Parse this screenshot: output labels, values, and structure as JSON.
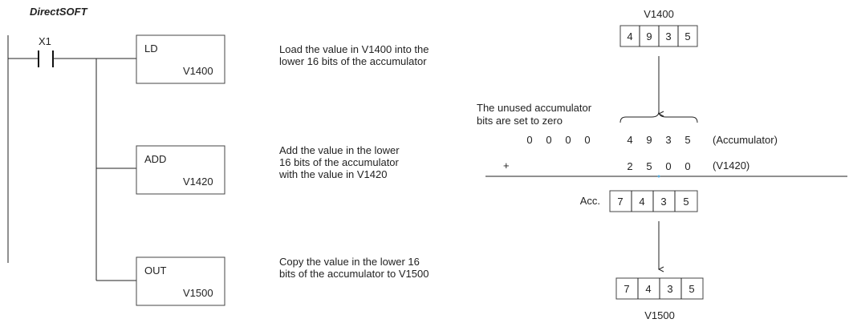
{
  "title": "DirectSOFT",
  "contact": {
    "label": "X1"
  },
  "instructions": [
    {
      "mnemonic": "LD",
      "operand": "V1400",
      "description": [
        "Load the value in V1400 into the",
        "lower 16 bits of the accumulator"
      ]
    },
    {
      "mnemonic": "ADD",
      "operand": "V1420",
      "description": [
        "Add the value in the lower",
        "16 bits of the accumulator",
        "with the value in V1420"
      ]
    },
    {
      "mnemonic": "OUT",
      "operand": "V1500",
      "description": [
        "Copy the value in the lower 16",
        "bits of the accumulator to V1500"
      ]
    }
  ],
  "source_register": {
    "label": "V1400",
    "digits": [
      "4",
      "9",
      "3",
      "5"
    ]
  },
  "unused_note": [
    "The unused accumulator",
    "bits are set to zero"
  ],
  "accumulator_row": {
    "digits": [
      "0",
      "0",
      "0",
      "0",
      "4",
      "9",
      "3",
      "5"
    ],
    "label": "(Accumulator)"
  },
  "addend_row": {
    "operator": "+",
    "digits": [
      "2",
      "5",
      "0",
      "0"
    ],
    "label": "(V1420)"
  },
  "result": {
    "label": "Acc.",
    "digits": [
      "7",
      "4",
      "3",
      "5"
    ]
  },
  "destination_register": {
    "label": "V1500",
    "digits": [
      "7",
      "4",
      "3",
      "5"
    ]
  }
}
